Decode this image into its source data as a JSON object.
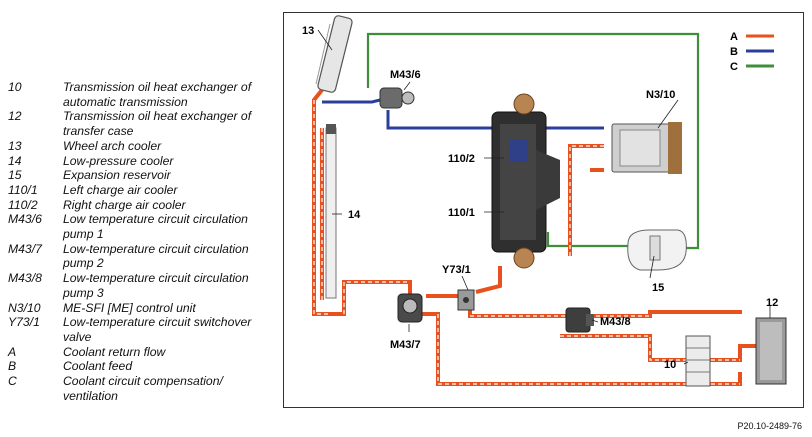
{
  "legend": [
    {
      "code": "10",
      "desc": "Transmission oil heat exchanger of automatic transmission"
    },
    {
      "code": "12",
      "desc": "Transmission oil heat exchanger of transfer case"
    },
    {
      "code": "13",
      "desc": "Wheel arch cooler"
    },
    {
      "code": "14",
      "desc": "Low-pressure cooler"
    },
    {
      "code": "15",
      "desc": "Expansion reservoir"
    },
    {
      "code": "110/1",
      "desc": "Left charge air cooler"
    },
    {
      "code": "110/2",
      "desc": "Right charge air cooler"
    },
    {
      "code": "M43/6",
      "desc": "Low temperature circuit circulation pump 1"
    },
    {
      "code": "M43/7",
      "desc": "Low-temperature circuit circulation pump 2"
    },
    {
      "code": "M43/8",
      "desc": "Low-temperature circuit circulation pump 3"
    },
    {
      "code": "N3/10",
      "desc": "ME-SFI [ME] control unit"
    },
    {
      "code": "Y73/1",
      "desc": "Low-temperature circuit switchover valve"
    },
    {
      "code": "A",
      "desc": "Coolant return flow"
    },
    {
      "code": "B",
      "desc": "Coolant feed"
    },
    {
      "code": "C",
      "desc": "Coolant circuit compensation/ ventilation"
    }
  ],
  "diagram_labels": {
    "c13": "13",
    "c14": "14",
    "c15": "15",
    "c12": "12",
    "c10": "10",
    "m436": "M43/6",
    "m437": "M43/7",
    "m438": "M43/8",
    "n310": "N3/10",
    "y731": "Y73/1",
    "c1102": "110/2",
    "c1101": "110/1"
  },
  "key": [
    {
      "letter": "A",
      "color": "#e8501e"
    },
    {
      "letter": "B",
      "color": "#2a3f9a"
    },
    {
      "letter": "C",
      "color": "#3f8f3a"
    }
  ],
  "doc_id": "P20.10-2489-76"
}
